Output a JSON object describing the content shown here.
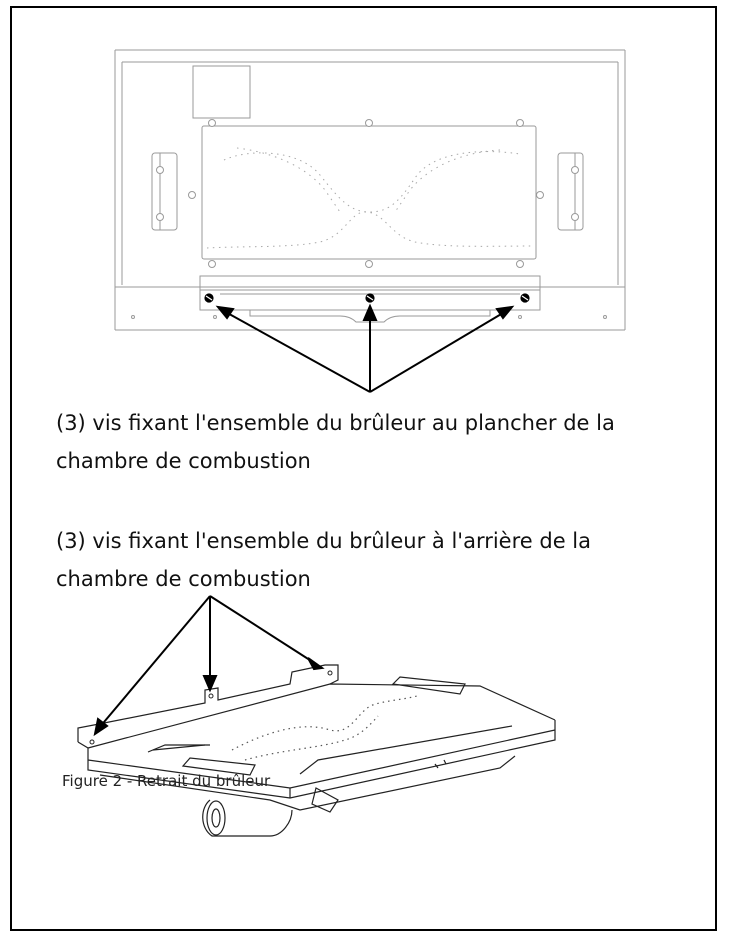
{
  "callouts": {
    "front_screws": "(3) vis fixant l'ensemble du brûleur au plancher de la chambre de combustion",
    "rear_screws": "(3) vis fixant l'ensemble du brûleur à l'arrière de la chambre de combustion"
  },
  "figure": {
    "caption": "Figure 2 - Retrait du brûleur"
  },
  "colors": {
    "line": "#9a9a9a",
    "dark": "#000000",
    "hole": "#b0b0b0"
  }
}
